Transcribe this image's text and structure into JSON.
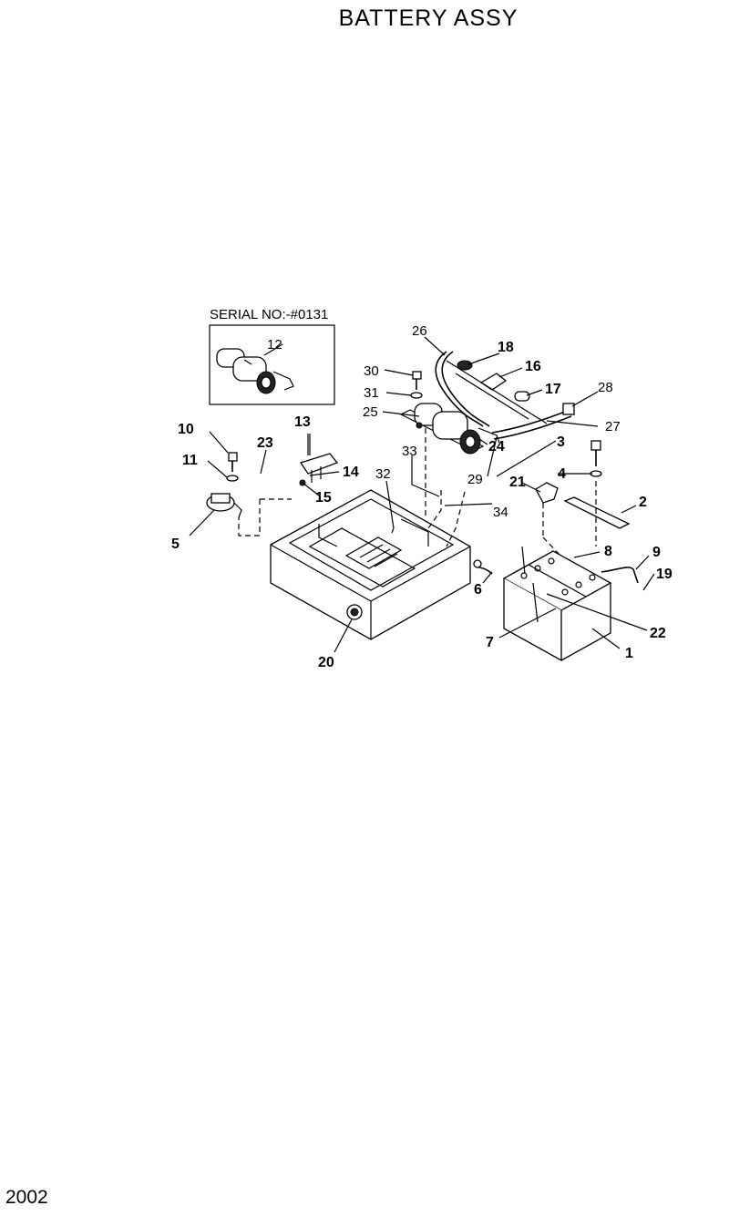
{
  "title": "BATTERY  ASSY",
  "page_code": "2002",
  "inset_label": "SERIAL NO:-#0131",
  "callouts": {
    "c1": "1",
    "c2": "2",
    "c3": "3",
    "c4": "4",
    "c5": "5",
    "c6": "6",
    "c7": "7",
    "c8": "8",
    "c9": "9",
    "c10": "10",
    "c11": "11",
    "c12": "12",
    "c13": "13",
    "c14": "14",
    "c15": "15",
    "c16": "16",
    "c17": "17",
    "c18": "18",
    "c19": "19",
    "c20": "20",
    "c21": "21",
    "c22": "22",
    "c23": "23",
    "c24": "24",
    "c25": "25",
    "c26": "26",
    "c27": "27",
    "c28": "28",
    "c29": "29",
    "c30": "30",
    "c31": "31",
    "c32": "32",
    "c33": "33",
    "c34": "34"
  }
}
